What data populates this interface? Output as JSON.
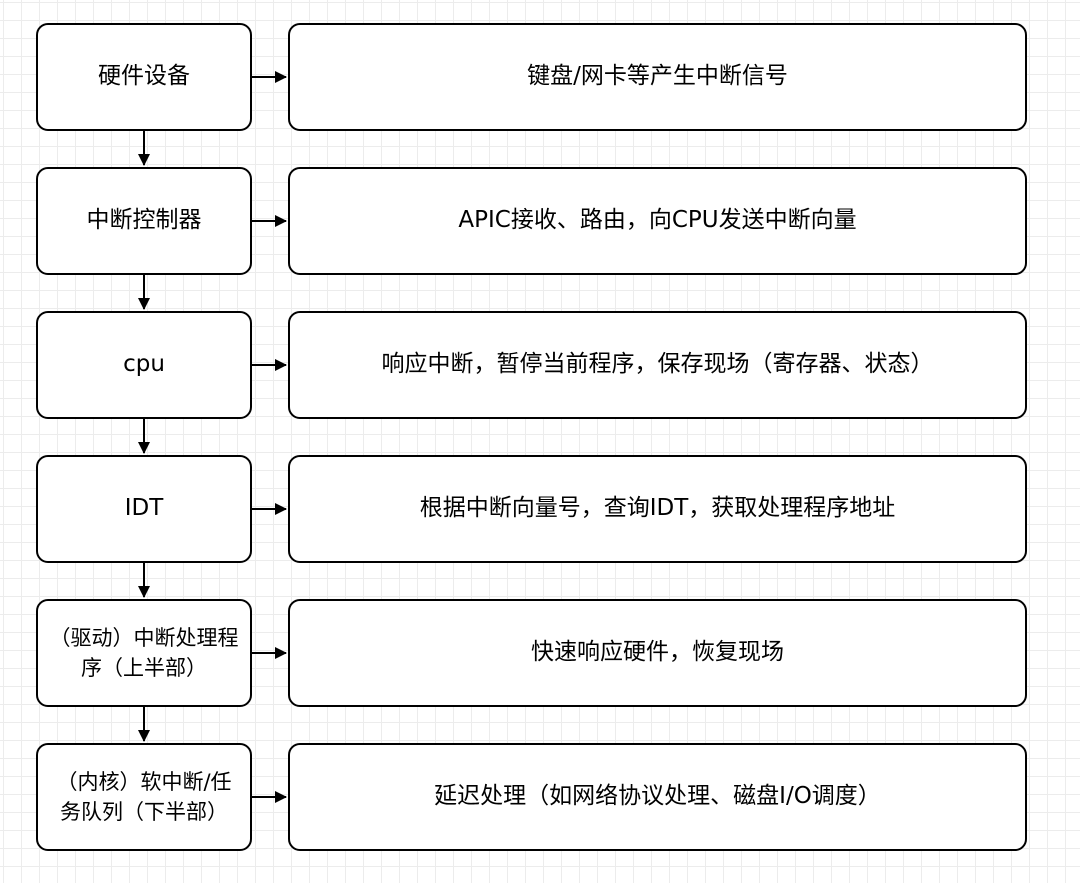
{
  "steps": [
    {
      "stage": "硬件设备",
      "description": "键盘/网卡等产生中断信号"
    },
    {
      "stage": "中断控制器",
      "description": "APIC接收、路由，向CPU发送中断向量"
    },
    {
      "stage": "cpu",
      "description": "响应中断，暂停当前程序，保存现场（寄存器、状态）"
    },
    {
      "stage": "IDT",
      "description": "根据中断向量号，查询IDT，获取处理程序地址"
    },
    {
      "stage": "（驱动）中断处理程序（上半部）",
      "description": "快速响应硬件，恢复现场"
    },
    {
      "stage": "（内核）软中断/任务队列（下半部）",
      "description": "延迟处理（如网络协议处理、磁盘I/O调度）"
    }
  ],
  "colors": {
    "stroke": "#000000",
    "background": "#ffffff",
    "grid": "#e6e6e6"
  }
}
